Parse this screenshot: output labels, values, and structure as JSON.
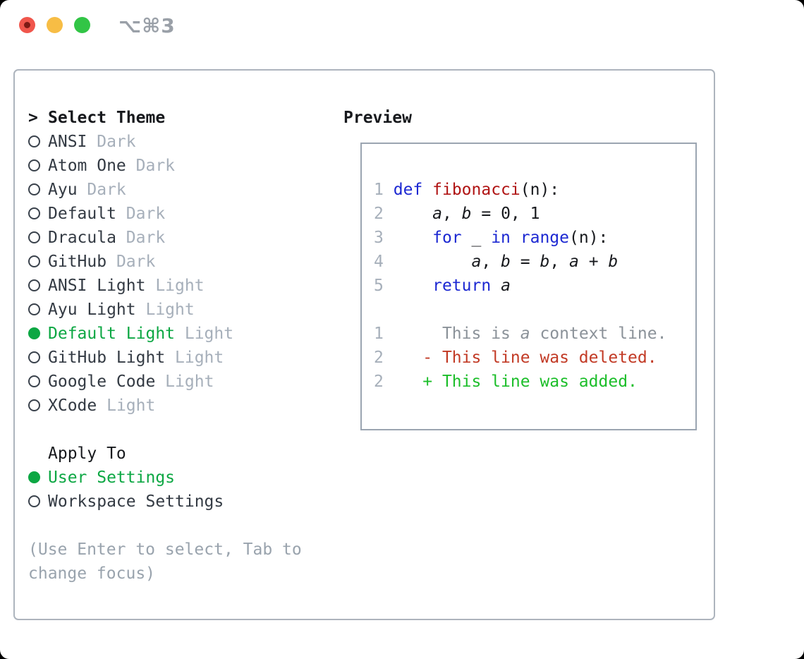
{
  "window": {
    "title": "⌥⌘3"
  },
  "theme_selector": {
    "cursor": ">",
    "header": "Select Theme",
    "items": [
      {
        "name": "ANSI",
        "variant": "Dark",
        "selected": false
      },
      {
        "name": "Atom One",
        "variant": "Dark",
        "selected": false
      },
      {
        "name": "Ayu",
        "variant": "Dark",
        "selected": false
      },
      {
        "name": "Default",
        "variant": "Dark",
        "selected": false
      },
      {
        "name": "Dracula",
        "variant": "Dark",
        "selected": false
      },
      {
        "name": "GitHub",
        "variant": "Dark",
        "selected": false
      },
      {
        "name": "ANSI Light",
        "variant": "Light",
        "selected": false
      },
      {
        "name": "Ayu Light",
        "variant": "Light",
        "selected": false
      },
      {
        "name": "Default Light",
        "variant": "Light",
        "selected": true
      },
      {
        "name": "GitHub Light",
        "variant": "Light",
        "selected": false
      },
      {
        "name": "Google Code",
        "variant": "Light",
        "selected": false
      },
      {
        "name": "XCode",
        "variant": "Light",
        "selected": false
      }
    ]
  },
  "apply_to": {
    "header": "Apply To",
    "options": [
      {
        "label": "User Settings",
        "selected": true
      },
      {
        "label": "Workspace Settings",
        "selected": false
      }
    ]
  },
  "hint_lines": [
    "(Use Enter to select, Tab to",
    "change focus)"
  ],
  "preview": {
    "header": "Preview",
    "code_lines": [
      {
        "n": "1",
        "segs": [
          [
            " "
          ],
          [
            "def",
            "kw"
          ],
          [
            " "
          ],
          [
            "fibonacci",
            "fn"
          ],
          [
            "(n):"
          ]
        ]
      },
      {
        "n": "2",
        "segs": [
          [
            "     "
          ],
          [
            "a",
            "var"
          ],
          [
            ", "
          ],
          [
            "b",
            "var"
          ],
          [
            " = 0, 1"
          ]
        ]
      },
      {
        "n": "3",
        "segs": [
          [
            "     "
          ],
          [
            "for",
            "kw"
          ],
          [
            " _ "
          ],
          [
            "in",
            "kw"
          ],
          [
            " "
          ],
          [
            "range",
            "kw"
          ],
          [
            "(n):"
          ]
        ]
      },
      {
        "n": "4",
        "segs": [
          [
            "         "
          ],
          [
            "a",
            "var"
          ],
          [
            ", "
          ],
          [
            "b",
            "var"
          ],
          [
            " = "
          ],
          [
            "b",
            "var"
          ],
          [
            ", "
          ],
          [
            "a",
            "var"
          ],
          [
            " + "
          ],
          [
            "b",
            "var"
          ]
        ]
      },
      {
        "n": "5",
        "segs": [
          [
            "     "
          ],
          [
            "return",
            "kw"
          ],
          [
            " "
          ],
          [
            "a",
            "var"
          ]
        ]
      },
      {
        "n": "",
        "segs": []
      },
      {
        "n": "1",
        "segs": [
          [
            "      "
          ],
          [
            "This is ",
            "ctx"
          ],
          [
            "a",
            "ctxv"
          ],
          [
            " context line.",
            "ctx"
          ]
        ]
      },
      {
        "n": "2",
        "segs": [
          [
            "    "
          ],
          [
            "- This line was deleted.",
            "del"
          ]
        ]
      },
      {
        "n": "2",
        "segs": [
          [
            "    "
          ],
          [
            "+ This line was added.",
            "add"
          ]
        ]
      }
    ]
  },
  "colors": {
    "page_bg": "#000000",
    "window_bg": "#ffffff",
    "ink": "#17191d",
    "item": "#333a43",
    "muted": "#a6afba",
    "hint": "#99a3ad",
    "ctx": "#8b9299",
    "kw": "#1c28d2",
    "fn": "#b01414",
    "del": "#c23a25",
    "add": "#1cbe2a",
    "uigreen": "#0ca743",
    "radio": "#3a424c",
    "border": "#adb4bd",
    "pborder": "#9ba5b1",
    "light_red": "#f0564c",
    "light_red_dot": "#7d1a14",
    "light_yellow": "#f7bd45",
    "light_green": "#32c546",
    "title_gray": "#9aa0a8"
  }
}
